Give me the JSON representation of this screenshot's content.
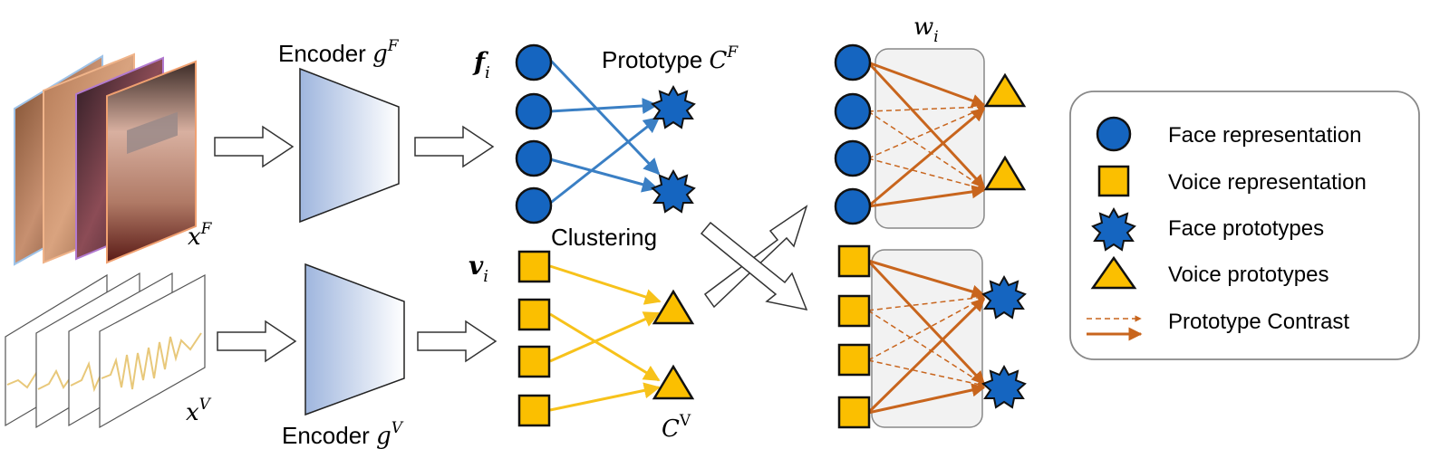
{
  "labels": {
    "encoder_face": "Encoder ",
    "encoder_face_sym": "g",
    "encoder_face_sup": "F",
    "encoder_voice": "Encoder ",
    "encoder_voice_sym": "g",
    "encoder_voice_sup": "V",
    "x_face": "x",
    "x_face_sup": "F",
    "x_voice": "x",
    "x_voice_sup": "V",
    "f_i": "f",
    "f_i_sub": "i",
    "v_i": "v",
    "v_i_sub": "i",
    "prototype_face": "Prototype ",
    "prototype_face_sym": "C",
    "prototype_face_sup": "F",
    "clustering": "Clustering",
    "c_voice": "C",
    "c_voice_sup": "V",
    "w_i": "w",
    "w_i_sub": "i"
  },
  "legend": {
    "items": [
      {
        "icon": "face-representation-icon",
        "label": "Face representation"
      },
      {
        "icon": "voice-representation-icon",
        "label": "Voice representation"
      },
      {
        "icon": "face-prototype-icon",
        "label": "Face prototypes"
      },
      {
        "icon": "voice-prototype-icon",
        "label": "Voice prototypes"
      },
      {
        "icon": "prototype-contrast-icon",
        "label": "Prototype Contrast"
      }
    ]
  },
  "colors": {
    "face_blue": "#1565c0",
    "voice_yellow": "#fbbf00",
    "face_arrow": "#3a7fc4",
    "voice_arrow": "#f7c21b",
    "contrast_orange": "#c8651d",
    "encoder_fill_left": "#a7bde0",
    "encoder_fill_right": "#ffffff",
    "group_box": "#f2f2f2"
  }
}
